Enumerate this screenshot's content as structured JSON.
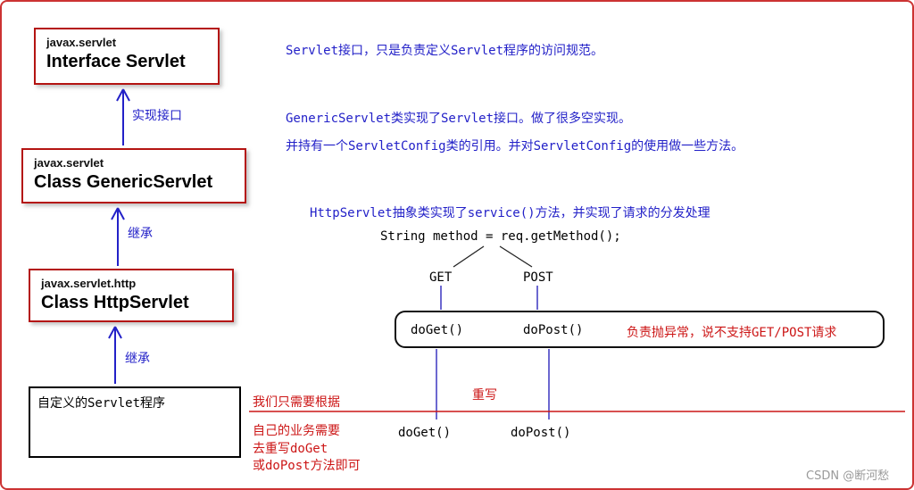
{
  "boxes": {
    "interface_servlet": {
      "package": "javax.servlet",
      "title": "Interface Servlet"
    },
    "generic_servlet": {
      "package": "javax.servlet",
      "title": "Class GenericServlet"
    },
    "http_servlet": {
      "package": "javax.servlet.http",
      "title": "Class HttpServlet"
    },
    "custom_servlet": {
      "label": "自定义的Servlet程序"
    }
  },
  "arrows": {
    "implement_label": "实现接口",
    "inherit_label_1": "继承",
    "inherit_label_2": "继承"
  },
  "notes": {
    "servlet_note": "Servlet接口，只是负责定义Servlet程序的访问规范。",
    "generic_note_1": "GenericServlet类实现了Servlet接口。做了很多空实现。",
    "generic_note_2": "并持有一个ServletConfig类的引用。并对ServletConfig的使用做一些方法。",
    "http_note": "HttpServlet抽象类实现了service()方法，并实现了请求的分发处理",
    "method_code": "String method = req.getMethod();",
    "get_label": "GET",
    "post_label": "POST",
    "doget_label": "doGet()",
    "dopost_label": "doPost()",
    "throw_note": "负责抛异常，说不支持GET/POST请求",
    "override_label": "重写",
    "custom_note_1": "我们只需要根据",
    "custom_note_2": "自己的业务需要",
    "custom_note_3": "去重写doGet",
    "custom_note_4": "或doPost方法即可",
    "doget2_label": "doGet()",
    "dopost2_label": "doPost()"
  },
  "watermark": "CSDN @断河愁",
  "colors": {
    "blue": "#2321c8",
    "red": "#cc1616",
    "box_border": "#b41412"
  }
}
